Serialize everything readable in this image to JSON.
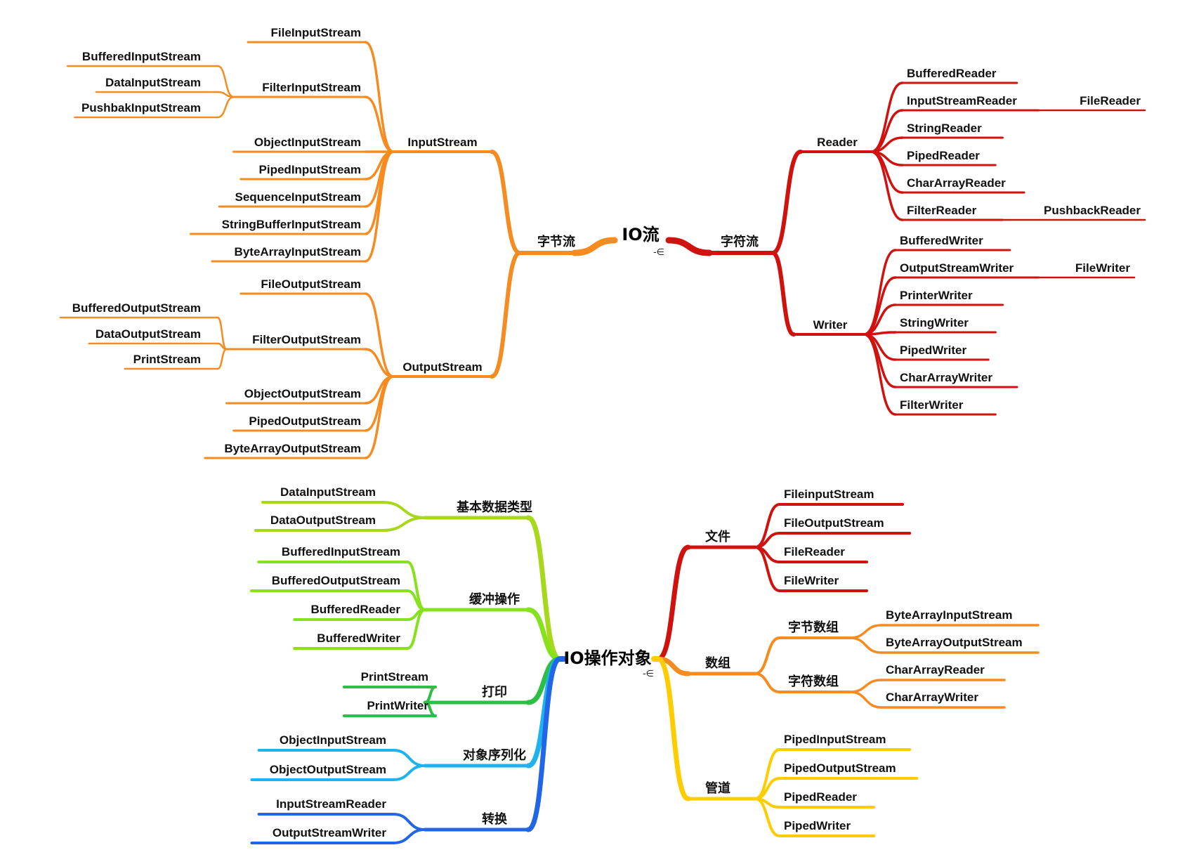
{
  "maps": [
    {
      "root": "IO流",
      "branches": [
        {
          "label": "字节流",
          "color": "#F68B1F",
          "children": [
            {
              "label": "InputStream",
              "children": [
                {
                  "label": "FileInputStream"
                },
                {
                  "label": "FilterInputStream",
                  "children": [
                    {
                      "label": "BufferedInputStream"
                    },
                    {
                      "label": "DataInputStream"
                    },
                    {
                      "label": "PushbakInputStream"
                    }
                  ]
                },
                {
                  "label": "ObjectInputStream"
                },
                {
                  "label": "PipedInputStream"
                },
                {
                  "label": "SequenceInputStream"
                },
                {
                  "label": "StringBufferInputStream"
                },
                {
                  "label": "ByteArrayInputStream"
                }
              ]
            },
            {
              "label": "OutputStream",
              "children": [
                {
                  "label": "FileOutputStream"
                },
                {
                  "label": "FilterOutputStream",
                  "children": [
                    {
                      "label": "BufferedOutputStream"
                    },
                    {
                      "label": "DataOutputStream"
                    },
                    {
                      "label": "PrintStream"
                    }
                  ]
                },
                {
                  "label": "ObjectOutputStream"
                },
                {
                  "label": "PipedOutputStream"
                },
                {
                  "label": "ByteArrayOutputStream"
                }
              ]
            }
          ]
        },
        {
          "label": "字符流",
          "color": "#D0120F",
          "children": [
            {
              "label": "Reader",
              "children": [
                {
                  "label": "BufferedReader"
                },
                {
                  "label": "InputStreamReader",
                  "children": [
                    {
                      "label": "FileReader"
                    }
                  ]
                },
                {
                  "label": "StringReader"
                },
                {
                  "label": "PipedReader"
                },
                {
                  "label": "CharArrayReader"
                },
                {
                  "label": "FilterReader",
                  "children": [
                    {
                      "label": "PushbackReader"
                    }
                  ]
                }
              ]
            },
            {
              "label": "Writer",
              "children": [
                {
                  "label": "BufferedWriter"
                },
                {
                  "label": "OutputStreamWriter",
                  "children": [
                    {
                      "label": "FileWriter"
                    }
                  ]
                },
                {
                  "label": "PrinterWriter"
                },
                {
                  "label": "StringWriter"
                },
                {
                  "label": "PipedWriter"
                },
                {
                  "label": "CharArrayWriter"
                },
                {
                  "label": "FilterWriter"
                }
              ]
            }
          ]
        }
      ]
    },
    {
      "root": "IO操作对象",
      "branches": [
        {
          "label": "基本数据类型",
          "color": "#A8D81C",
          "children": [
            {
              "label": "DataInputStream"
            },
            {
              "label": "DataOutputStream"
            }
          ]
        },
        {
          "label": "缓冲操作",
          "color": "#86E21C",
          "children": [
            {
              "label": "BufferedInputStream"
            },
            {
              "label": "BufferedOutputStream"
            },
            {
              "label": "BufferedReader"
            },
            {
              "label": "BufferedWriter"
            }
          ]
        },
        {
          "label": "打印",
          "color": "#2DBE45",
          "children": [
            {
              "label": "PrintStream"
            },
            {
              "label": "PrintWriter"
            }
          ]
        },
        {
          "label": "对象序列化",
          "color": "#1EB3EF",
          "children": [
            {
              "label": "ObjectInputStream"
            },
            {
              "label": "ObjectOutputStream"
            }
          ]
        },
        {
          "label": "转换",
          "color": "#2266E8",
          "children": [
            {
              "label": "InputStreamReader"
            },
            {
              "label": "OutputStreamWriter"
            }
          ]
        },
        {
          "label": "文件",
          "color": "#D0120F",
          "children": [
            {
              "label": "FileinputStream"
            },
            {
              "label": "FileOutputStream"
            },
            {
              "label": "FileReader"
            },
            {
              "label": "FileWriter"
            }
          ]
        },
        {
          "label": "数组",
          "color": "#F68B1F",
          "children": [
            {
              "label": "字节数组",
              "children": [
                {
                  "label": "ByteArrayInputStream"
                },
                {
                  "label": "ByteArrayOutputStream"
                }
              ]
            },
            {
              "label": "字符数组",
              "children": [
                {
                  "label": "CharArrayReader"
                },
                {
                  "label": "CharArrayWriter"
                }
              ]
            }
          ]
        },
        {
          "label": "管道",
          "color": "#FFCC00",
          "children": [
            {
              "label": "PipedInputStream"
            },
            {
              "label": "PipedOutputStream"
            },
            {
              "label": "PipedReader"
            },
            {
              "label": "PipedWriter"
            }
          ]
        }
      ]
    }
  ],
  "collapse_marker": "-∈"
}
